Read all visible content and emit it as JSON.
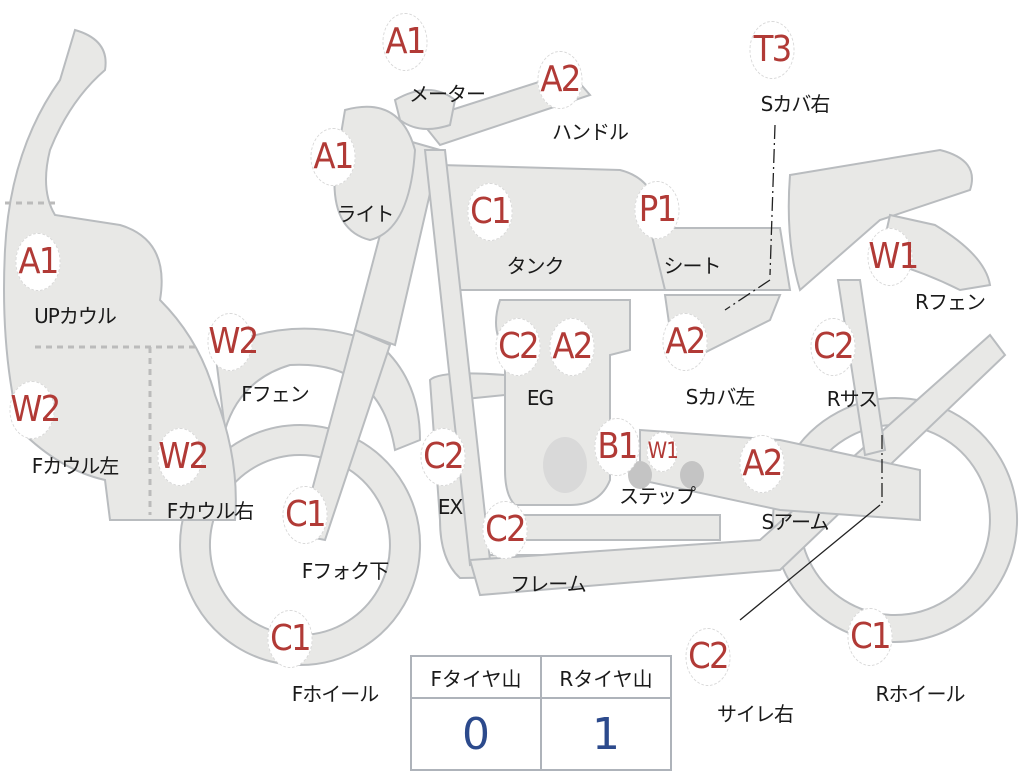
{
  "parts": [
    {
      "code": "A1",
      "label": "メーター"
    },
    {
      "code": "A2",
      "label": "ハンドル"
    },
    {
      "code": "T3",
      "label": "Sカバ右"
    },
    {
      "code": "A1",
      "label": "ライト"
    },
    {
      "code": "C1",
      "label": "タンク"
    },
    {
      "code": "P1",
      "label": "シート"
    },
    {
      "code": "W1",
      "label": "Rフェン"
    },
    {
      "code": "A1",
      "label": "UPカウル"
    },
    {
      "code": "W2",
      "label": "Fフェン"
    },
    {
      "code": "C2",
      "code2": "A2",
      "label": "EG"
    },
    {
      "code": "A2",
      "label": "Sカバ左"
    },
    {
      "code": "C2",
      "label": "Rサス"
    },
    {
      "code": "W2",
      "label": "Fカウル左"
    },
    {
      "code": "W2",
      "label": "Fカウル右"
    },
    {
      "code": "C2",
      "label": "EX"
    },
    {
      "code": "B1",
      "code2": "W1",
      "label": "ステップ"
    },
    {
      "code": "A2",
      "label": "Sアーム"
    },
    {
      "code": "C1",
      "label": "Fフォク下"
    },
    {
      "code": "C2",
      "label": "フレーム"
    },
    {
      "code": "C1",
      "label": "Fホイール"
    },
    {
      "code": "C2",
      "label": "サイレ右"
    },
    {
      "code": "C1",
      "label": "Rホイール"
    }
  ],
  "tires": {
    "front_label": "Fタイヤ山",
    "rear_label": "Rタイヤ山",
    "front_value": "0",
    "rear_value": "1"
  },
  "colors": {
    "code": "#b13a36",
    "part_fill": "#e8e8e6",
    "part_stroke": "#b9bcbf",
    "tire_value": "#2c4a8c"
  }
}
